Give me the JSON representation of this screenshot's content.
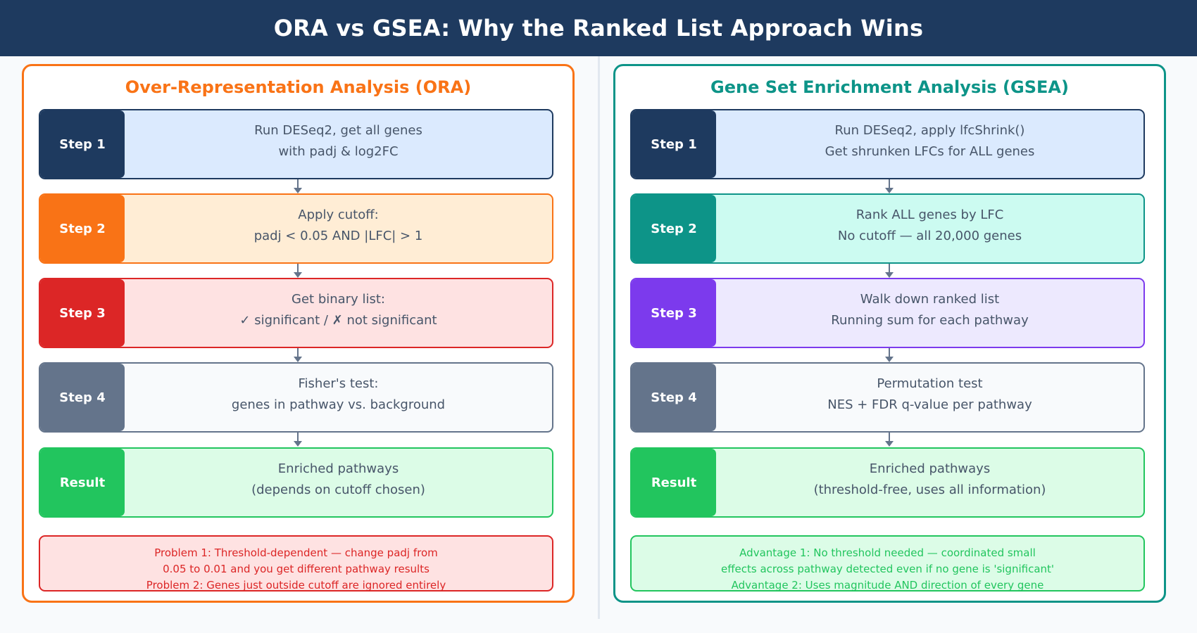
{
  "title": "ORA vs GSEA: Why the Ranked List Approach Wins",
  "colors": {
    "title_bg": "#1e3a5f",
    "ora_accent": "#f97316",
    "gsea_accent": "#0d9488",
    "arrow": "#64748b",
    "divider": "#e2e8f0"
  },
  "ora": {
    "heading": "Over-Representation Analysis (ORA)",
    "steps": [
      {
        "tag": "Step 1",
        "line1": "Run DESeq2, get all genes",
        "line2": "with padj & log2FC",
        "tag_color": "#1e3a5f",
        "bg": "#dbeafe",
        "border": "#1e3a5f"
      },
      {
        "tag": "Step 2",
        "line1": "Apply cutoff:",
        "line2": "padj < 0.05 AND |LFC| > 1",
        "tag_color": "#f97316",
        "bg": "#ffedd5",
        "border": "#f97316"
      },
      {
        "tag": "Step 3",
        "line1": "Get binary list:",
        "line2": "✓ significant / ✗ not significant",
        "tag_color": "#dc2626",
        "bg": "#fee2e2",
        "border": "#dc2626"
      },
      {
        "tag": "Step 4",
        "line1": "Fisher's test:",
        "line2": "genes in pathway vs. background",
        "tag_color": "#64748b",
        "bg": "#f8fafc",
        "border": "#64748b"
      },
      {
        "tag": "Result",
        "line1": "Enriched pathways",
        "line2": "(depends on cutoff chosen)",
        "tag_color": "#22c55e",
        "bg": "#dcfce7",
        "border": "#22c55e"
      }
    ],
    "note": {
      "lines": [
        "Problem 1: Threshold-dependent — change padj from",
        "0.05 to 0.01 and you get different pathway results",
        "Problem 2: Genes just outside cutoff are ignored entirely"
      ],
      "text_color": "#dc2626",
      "bg": "#fee2e2",
      "border": "#dc2626"
    }
  },
  "gsea": {
    "heading": "Gene Set Enrichment Analysis (GSEA)",
    "steps": [
      {
        "tag": "Step 1",
        "line1": "Run DESeq2, apply lfcShrink()",
        "line2": "Get shrunken LFCs for ALL genes",
        "tag_color": "#1e3a5f",
        "bg": "#dbeafe",
        "border": "#1e3a5f"
      },
      {
        "tag": "Step 2",
        "line1": "Rank ALL genes by LFC",
        "line2": "No cutoff — all 20,000 genes",
        "tag_color": "#0d9488",
        "bg": "#ccfbf1",
        "border": "#0d9488"
      },
      {
        "tag": "Step 3",
        "line1": "Walk down ranked list",
        "line2": "Running sum for each pathway",
        "tag_color": "#7c3aed",
        "bg": "#ede9fe",
        "border": "#7c3aed"
      },
      {
        "tag": "Step 4",
        "line1": "Permutation test",
        "line2": "NES + FDR q-value per pathway",
        "tag_color": "#64748b",
        "bg": "#f8fafc",
        "border": "#64748b"
      },
      {
        "tag": "Result",
        "line1": "Enriched pathways",
        "line2": "(threshold-free, uses all information)",
        "tag_color": "#22c55e",
        "bg": "#dcfce7",
        "border": "#22c55e"
      }
    ],
    "note": {
      "lines": [
        "Advantage 1: No threshold needed — coordinated small",
        "effects across pathway detected even if no gene is 'significant'",
        "Advantage 2: Uses magnitude AND direction of every gene"
      ],
      "text_color": "#22c55e",
      "bg": "#dcfce7",
      "border": "#22c55e"
    }
  }
}
